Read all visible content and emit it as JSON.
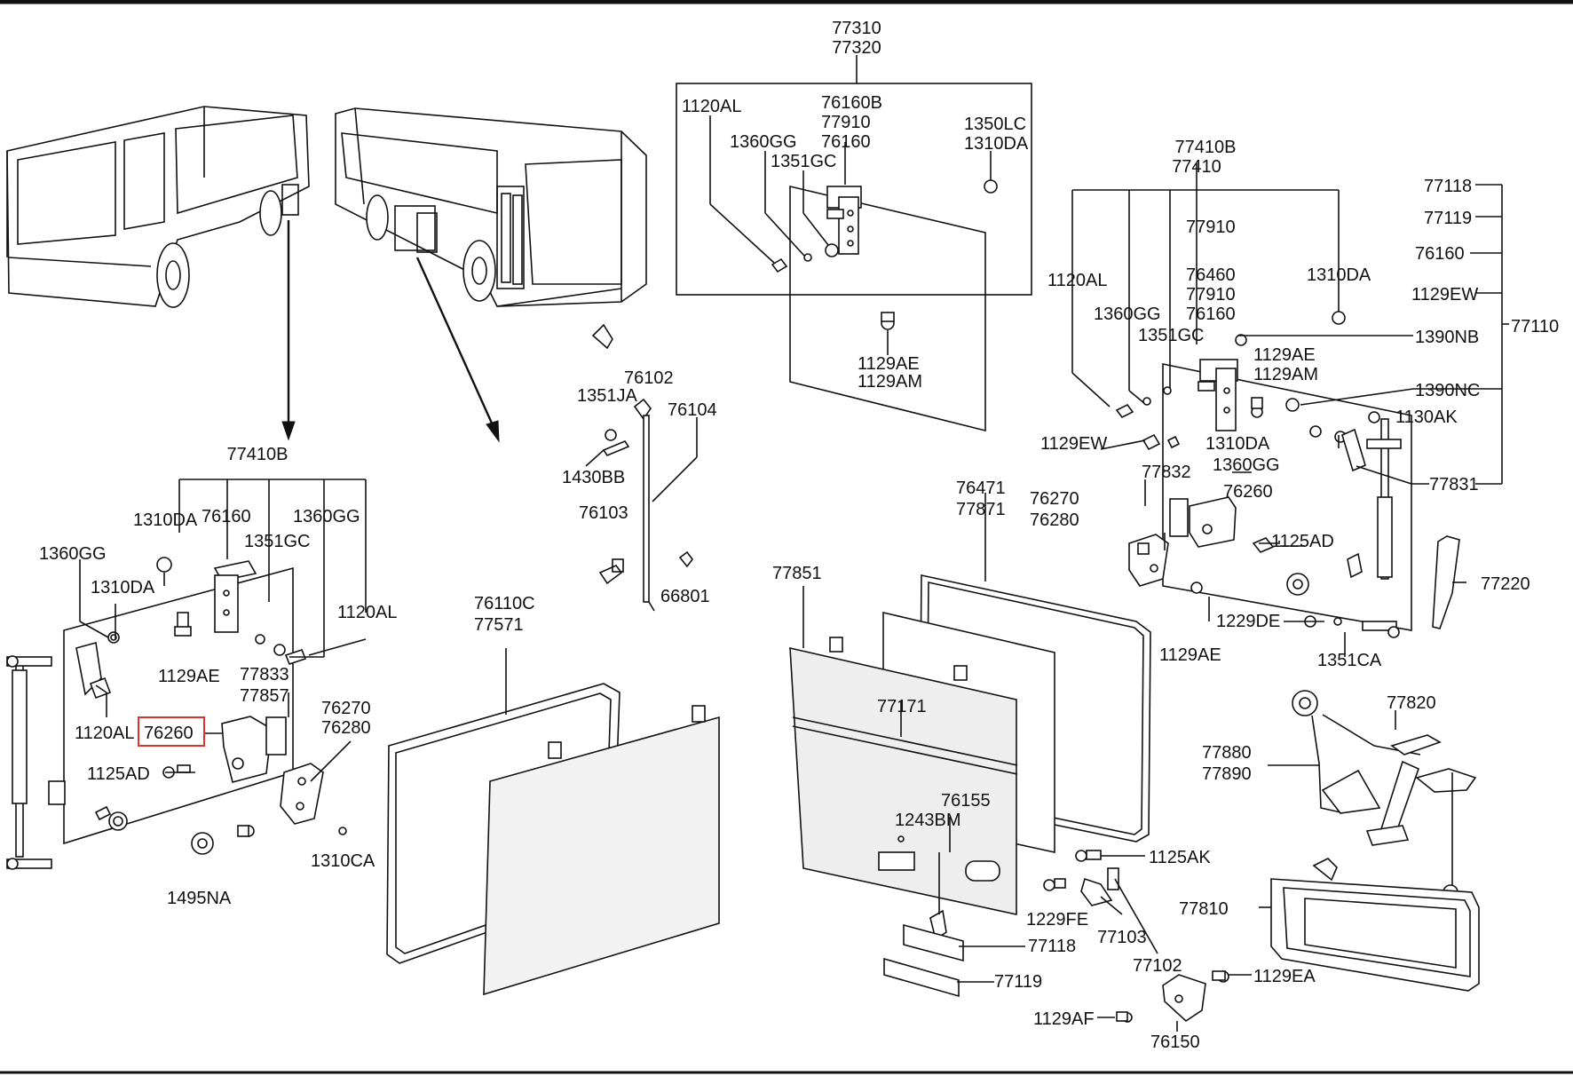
{
  "highlight_color": "#e0302a",
  "labels": {
    "top_77310": "77310",
    "top_77320": "77320",
    "top_1120AL": "1120AL",
    "top_76160B": "76160B",
    "top_77910": "77910",
    "top_76160": "76160",
    "top_1360GG": "1360GG",
    "top_1351GC": "1351GC",
    "top_1350LC": "1350LC",
    "top_1310DA": "1310DA",
    "top_1129AE": "1129AE",
    "top_1129AM": "1129AM",
    "mid_76102": "76102",
    "mid_1351JA": "1351JA",
    "mid_76104": "76104",
    "mid_1430BB": "1430BB",
    "mid_76103": "76103",
    "mid_66801": "66801",
    "left_77410B": "77410B",
    "left_1310DA_a": "1310DA",
    "left_76160": "76160",
    "left_1360GG_a": "1360GG",
    "left_1351GC": "1351GC",
    "left_1360GG_b": "1360GG",
    "left_1310DA_b": "1310DA",
    "left_1120AL_a": "1120AL",
    "left_1129AE": "1129AE",
    "left_77833": "77833",
    "left_77857": "77857",
    "left_1120AL_b": "1120AL",
    "left_76260": "76260",
    "left_76270": "76270",
    "left_76280": "76280",
    "left_1125AD": "1125AD",
    "left_1310CA": "1310CA",
    "left_1495NA": "1495NA",
    "panel_76110C": "76110C",
    "panel_77571": "77571",
    "c_76471": "76471",
    "c_77871": "77871",
    "c_77851": "77851",
    "c_77171": "77171",
    "c_76155": "76155",
    "c_1243BM": "1243BM",
    "c_77118": "77118",
    "c_77119": "77119",
    "r_77410B": "77410B",
    "r_77410": "77410",
    "r_77910_a": "77910",
    "r_1120AL": "1120AL",
    "r_1310DA_a": "1310DA",
    "r_76460": "76460",
    "r_77910_b": "77910",
    "r_76160": "76160",
    "r_1360GG_a": "1360GG",
    "r_1351GC": "1351GC",
    "r_1129AE_a": "1129AE",
    "r_1129AM": "1129AM",
    "r_1129EW": "1129EW",
    "r_1310DA_b": "1310DA",
    "r_1360GG_b": "1360GG",
    "r_77832": "77832",
    "r_76270": "76270",
    "r_76280": "76280",
    "r_76260": "76260",
    "r_1125AD": "1125AD",
    "r_1229DE": "1229DE",
    "r_1129AE_b": "1129AE",
    "r_1351CA": "1351CA",
    "r_77220": "77220",
    "r_77118": "77118",
    "r_77119": "77119",
    "r_76160_b": "76160",
    "r_1129EW_b": "1129EW",
    "r_1390NB": "1390NB",
    "r_77110": "77110",
    "r_1390NC": "1390NC",
    "r_1130AK": "1130AK",
    "r_77831": "77831",
    "r_77820": "77820",
    "r_77880": "77880",
    "r_77890": "77890",
    "r_77810": "77810",
    "r_1125AK": "1125AK",
    "r_1229FE": "1229FE",
    "r_77103": "77103",
    "r_77102": "77102",
    "r_1129EA": "1129EA",
    "r_1129AF": "1129AF",
    "r_76150": "76150"
  }
}
